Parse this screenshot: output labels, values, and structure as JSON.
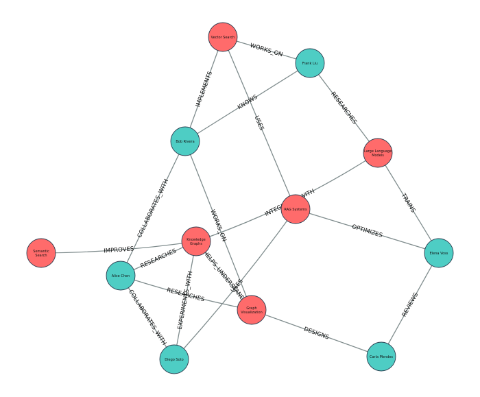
{
  "colors": {
    "concept": "#ff6b6b",
    "person": "#4ecdc4",
    "edge": "#7f8c8d",
    "outline": "#2c3e50"
  },
  "nodes": [
    {
      "id": "vector_search",
      "lines": [
        "Vector Search"
      ],
      "kind": "concept"
    },
    {
      "id": "frank_liu",
      "lines": [
        "Frank Liu"
      ],
      "kind": "person"
    },
    {
      "id": "bob_rivera",
      "lines": [
        "Bob Rivera"
      ],
      "kind": "person"
    },
    {
      "id": "llm",
      "lines": [
        "Large Language",
        "Models"
      ],
      "kind": "concept"
    },
    {
      "id": "rag",
      "lines": [
        "RAG Systems"
      ],
      "kind": "concept"
    },
    {
      "id": "semantic_search",
      "lines": [
        "Semantic",
        "Search"
      ],
      "kind": "concept"
    },
    {
      "id": "knowledge_graphs",
      "lines": [
        "Knowledge",
        "Graphs"
      ],
      "kind": "concept"
    },
    {
      "id": "alice_chen",
      "lines": [
        "Alice Chen"
      ],
      "kind": "person"
    },
    {
      "id": "elena_voss",
      "lines": [
        "Elena Voss"
      ],
      "kind": "person"
    },
    {
      "id": "graph_viz",
      "lines": [
        "Graph",
        "Visualization"
      ],
      "kind": "concept"
    },
    {
      "id": "diego_soto",
      "lines": [
        "Diego Soto"
      ],
      "kind": "person"
    },
    {
      "id": "carla_mendes",
      "lines": [
        "Carla Mendes"
      ],
      "kind": "person"
    }
  ],
  "edges": [
    {
      "from": "vector_search",
      "to": "frank_liu",
      "label": "WORKS_ON"
    },
    {
      "from": "bob_rivera",
      "to": "vector_search",
      "label": "IMPLEMENTS"
    },
    {
      "from": "bob_rivera",
      "to": "frank_liu",
      "label": "KNOWS"
    },
    {
      "from": "frank_liu",
      "to": "llm",
      "label": "RESEARCHES"
    },
    {
      "from": "vector_search",
      "to": "rag",
      "label": "USES"
    },
    {
      "from": "knowledge_graphs",
      "to": "llm",
      "label": "INTEGRATES_WITH"
    },
    {
      "from": "alice_chen",
      "to": "bob_rivera",
      "label": "COLLABORATES_WITH"
    },
    {
      "from": "bob_rivera",
      "to": "graph_viz",
      "label": "WORKS_ON"
    },
    {
      "from": "llm",
      "to": "elena_voss",
      "label": "TRAINS"
    },
    {
      "from": "rag",
      "to": "elena_voss",
      "label": "OPTIMIZES"
    },
    {
      "from": "semantic_search",
      "to": "knowledge_graphs",
      "label": "IMPROVES"
    },
    {
      "from": "alice_chen",
      "to": "knowledge_graphs",
      "label": "RESEARCHES"
    },
    {
      "from": "knowledge_graphs",
      "to": "graph_viz",
      "label": "HELPS_UNDERSTAND"
    },
    {
      "from": "diego_soto",
      "to": "rag",
      "label": "USES"
    },
    {
      "from": "alice_chen",
      "to": "graph_viz",
      "label": "RESEARCHES"
    },
    {
      "from": "diego_soto",
      "to": "knowledge_graphs",
      "label": "EXPERIMENTS_WITH"
    },
    {
      "from": "alice_chen",
      "to": "diego_soto",
      "label": "COLLABORATES_WITH"
    },
    {
      "from": "elena_voss",
      "to": "carla_mendes",
      "label": "REVIEWS"
    },
    {
      "from": "graph_viz",
      "to": "carla_mendes",
      "label": "DESIGNS"
    }
  ]
}
